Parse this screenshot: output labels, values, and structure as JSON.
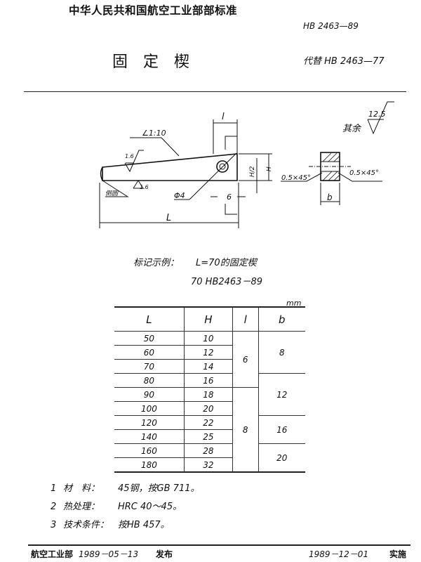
{
  "header": {
    "organization": "中华人民共和国航空工业部部标准",
    "standard_no": "HB 2463—89",
    "title": "固定楔",
    "replaces": "代替 HB 2463—77"
  },
  "drawing": {
    "taper": "∠1:10",
    "roughness_top": "1.6",
    "roughness_bottom": "1.6",
    "end_mark": "倒圆",
    "hole": "Φ4",
    "dim_l": "l",
    "dim_L": "L",
    "dim_6": "6",
    "dim_H": "H",
    "dim_H2": "H/2",
    "chamfer_left": "0.5×45°",
    "chamfer_right": "0.5×45°",
    "dim_b": "b",
    "other_roughness_label": "其余",
    "other_roughness_value": "12.5"
  },
  "marking_example": {
    "label": "标记示例：",
    "text": "L=70的固定楔",
    "code": "70 HB2463－89"
  },
  "table": {
    "unit": "mm",
    "headers": [
      "L",
      "H",
      "l",
      "b"
    ],
    "L": [
      "50",
      "60",
      "70",
      "80",
      "90",
      "100",
      "120",
      "140",
      "160",
      "180"
    ],
    "H": [
      "10",
      "12",
      "14",
      "16",
      "18",
      "20",
      "22",
      "25",
      "28",
      "32"
    ],
    "l_groups": [
      "6",
      "8"
    ],
    "b_groups": [
      "8",
      "12",
      "16",
      "20"
    ]
  },
  "notes": [
    {
      "num": "1",
      "key": "材　料：",
      "value": "45钢，按GB 711。"
    },
    {
      "num": "2",
      "key": "热处理：",
      "value": "HRC 40～45。"
    },
    {
      "num": "3",
      "key": "技术条件：",
      "value": "按HB 457。"
    }
  ],
  "footer": {
    "issuer": "航空工业部",
    "issue_date": "1989－05－13",
    "issue_label": "发布",
    "effective_date": "1989－12－01",
    "effective_label": "实施"
  }
}
